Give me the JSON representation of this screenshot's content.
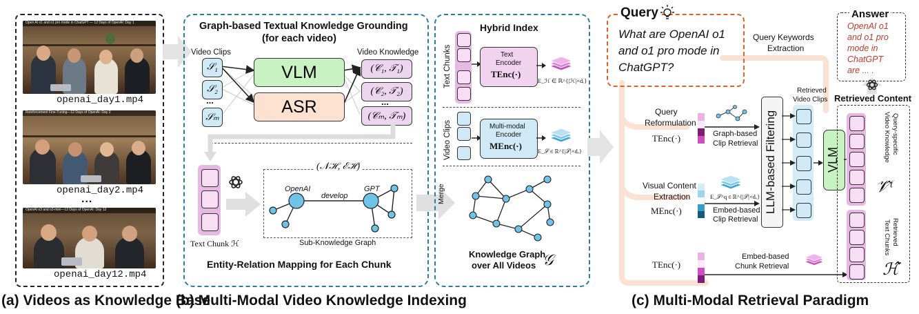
{
  "panel_a": {
    "caption": "(a) Videos as Knowledge Base",
    "videos": [
      {
        "filename": "openai_day1.mp4",
        "thumb_title": "Open AI o1 and o1 pro mode in ChatGPT — 12 Days of OpenAI: Day 1"
      },
      {
        "filename": "openai_day2.mp4",
        "thumb_title": "Reinforcement Fine-Tuning—12 Days of OpenAI: Day 2"
      },
      {
        "filename": "openai_day12.mp4",
        "thumb_title": "OpenAI o3 and o3-mini—12 Days of OpenAI: Day 12"
      }
    ],
    "ellipsis": "..."
  },
  "panel_b": {
    "caption": "(b) Multi-Modal Video Knowledge Indexing",
    "grounding_title_line1": "Graph-based Textual Knowledge Grounding",
    "grounding_title_line2": "(for each video)",
    "video_clips_label": "Video Clips",
    "video_knowledge_label": "Video Knowledge",
    "clips": [
      "𝒮₁",
      "𝒮₂",
      "𝒮ₘ"
    ],
    "clip_dots": "...",
    "knowledge": [
      "(𝒞₁, 𝒯₁)",
      "(𝒞₂, 𝒯₂)",
      "(𝒞ₘ, 𝒯ₘ)"
    ],
    "knowledge_dots": "...",
    "vlm_label": "VLM",
    "asr_label": "ASR",
    "text_chunk_label": "Text Chunk ℋ",
    "subgraph_formula": "(𝒩ℋ, ℰℋ)",
    "node_openai": "OpenAI",
    "node_gpt": "GPT",
    "edge_label": "develop",
    "subgraph_label": "Sub-Knowledge Graph",
    "mapping_title": "Entity-Relation Mapping for Each Chunk",
    "hybrid_title": "Hybrid Index",
    "text_chunks_label": "Text Chunks",
    "text_encoder_line1": "Text",
    "text_encoder_line2": "Encoder",
    "text_encoder_fn": "TEnc(·)",
    "text_emb_formula": "E_ℋ ∈ ℝ^{|ℋ|×dₑ}",
    "video_clips_vertical": "Video Clips",
    "mm_encoder_line1": "Multi-modal",
    "mm_encoder_line2": "Encoder",
    "mm_encoder_fn": "MEnc(·)",
    "video_emb_formula": "E_𝒮 ∈ ℝ^{|𝒮|×dₑ}",
    "merge_label": "Merge",
    "kg_title_line1": "Knowledge Graph",
    "kg_title_line2": "over All Videos",
    "kg_symbol": "𝒢"
  },
  "panel_c": {
    "caption": "(c) Multi-Modal Retrieval Paradigm",
    "query_title": "Query",
    "query_text_line1": "What are OpenAI o1",
    "query_text_line2": "and o1 pro mode in",
    "query_text_line3": "ChatGPT?",
    "keywords_line1": "Query Keywords",
    "keywords_line2": "Extraction",
    "answer_title": "Answer",
    "answer_line1": "OpenAI o1",
    "answer_line2": "and o1 pro",
    "answer_line3": "mode in",
    "answer_line4": "ChatGPT",
    "answer_line5": "are ... .",
    "query_reform_line1": "Query",
    "query_reform_line2": "Reformulation",
    "tenc_label": "TEnc(·)",
    "graph_retrieval_line1": "Graph-based",
    "graph_retrieval_line2": "Clip Retrieval",
    "visual_extract_line1": "Visual Content",
    "visual_extract_line2": "Extraction",
    "menc_label": "MEnc(·)",
    "embed_clip_formula": "E_𝒮^q ∈ ℝ^{|𝒮|×dₑ}",
    "embed_clip_line1": "Embed-based",
    "embed_clip_line2": "Clip Retrieval",
    "tenc_label2": "TEnc(·)",
    "chunk_retrieval": "Embed-based",
    "chunk_retrieval2": "Chunk Retrieval",
    "llm_filter_label": "LLM-based Filtering",
    "retrieved_clips_line1": "Retrieved",
    "retrieved_clips_line2": "Video Clips",
    "vlm_label": "VLM",
    "retrieved_content": "Retrieved Content",
    "query_specific_line1": "Query-specific",
    "query_specific_line2": "Video Knowledge",
    "v_hat": "𝒱̂ᵗ",
    "retrieved_chunks_line1": "Retrieved",
    "retrieved_chunks_line2": "Text Chunks",
    "h_hat": "ℋ̂"
  },
  "colors": {
    "blue_dash": "#2a7c9c",
    "orange_dash": "#d9622b",
    "vlm_green": "#c9f2c3",
    "asr_peach": "#fde2d2",
    "clip_blue": "#cfe9f7",
    "knowledge_pink": "#ecd5ee"
  }
}
